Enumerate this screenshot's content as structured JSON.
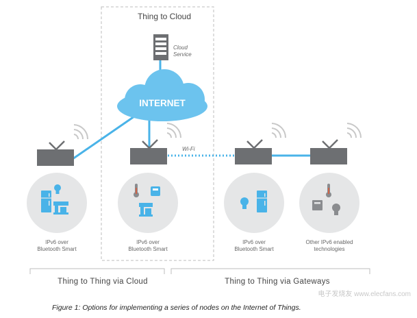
{
  "diagram": {
    "cloud_box_title": "Thing to Cloud",
    "cloud_service": {
      "line1": "Cloud",
      "line2": "Service"
    },
    "internet_label": "INTERNET",
    "wifi_label": "Wi-Fi",
    "circles": [
      {
        "line1": "IPv6 over",
        "line2": "Bluetooth Smart"
      },
      {
        "line1": "IPv6 over",
        "line2": "Bluetooth Smart"
      },
      {
        "line1": "IPv6 over",
        "line2": "Bluetooth Smart"
      },
      {
        "line1": "Other IPv6 enabled",
        "line2": "technologies"
      }
    ],
    "section_left": "Thing to Thing via Cloud",
    "section_right": "Thing to Thing via Gateways",
    "caption": "Figure 1: Options for implementing a series of nodes on the Internet of Things.",
    "watermark": "电子发烧友 www.elecfans.com",
    "colors": {
      "accent_blue": "#49b3e8",
      "cloud_fill": "#6cc3ee",
      "router_gray": "#6d6f72",
      "circle_gray": "#e5e6e7",
      "dashed_border": "#bdbdbd",
      "device_gray": "#8a8c8f"
    }
  }
}
